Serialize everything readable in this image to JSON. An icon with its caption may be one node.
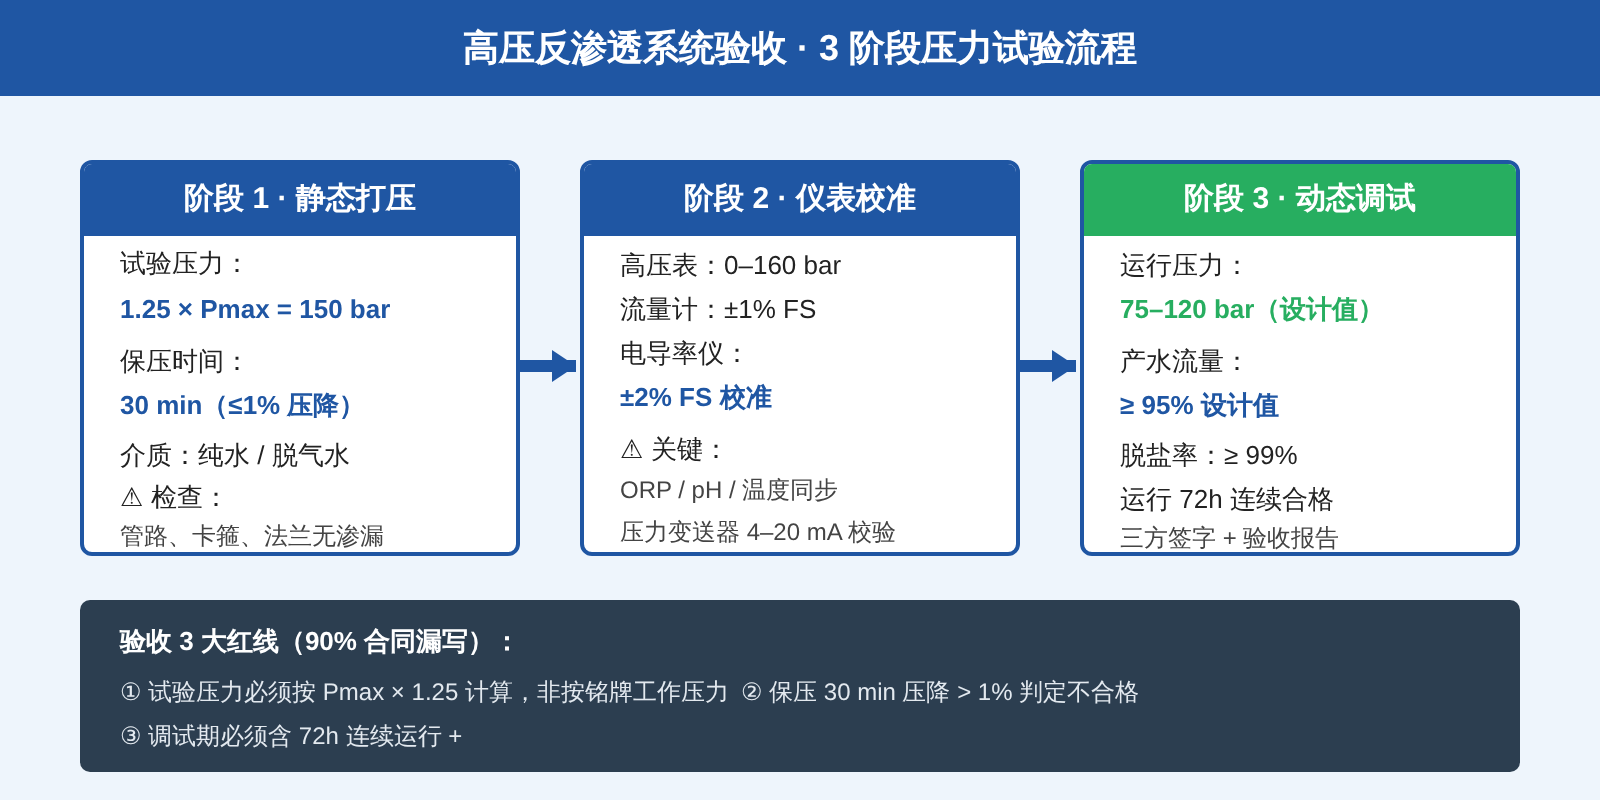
{
  "diagram": {
    "title": "高压反渗透系统验收 · 3 阶段压力试验流程",
    "nodes": [
      {
        "text": [
          "阶段 1 · 静态打压",
          "试验压力：",
          "1.25 × Pmax = 150 bar",
          "保压时间：",
          "30 min（≤1% 压降）",
          "介质：纯水 / 脱气水",
          "⚠ 检查：",
          "管路、卡箍、法兰无渗漏"
        ]
      },
      {
        "text": [
          "阶段 2 · 仪表校准",
          "高压表：0–160 bar",
          "流量计：±1% FS",
          "电导率仪：",
          "±2% FS 校准",
          "⚠ 关键：",
          "ORP / pH / 温度同步",
          "压力变送器 4–20 mA 校验"
        ]
      },
      {
        "text": [
          "阶段 3 · 动态调试",
          "运行压力：",
          "75–120 bar（设计值）",
          "产水流量：",
          "≥ 95% 设计值",
          "脱盐率：≥ 99%",
          "运行 72h 连续合格",
          "三方签字 + 验收报告"
        ]
      },
      {
        "text": [
          "验收 3 大红线（90% 合同漏写）：",
          "① 试验压力必须按 Pmax × 1.25 计算，非按铭牌工作压力",
          "② 保压 30 min 压降 > 1% 判定不合格",
          "③ 调试期必须含 72h 连续运行 +"
        ]
      }
    ],
    "edges": [
      {
        "from": 0,
        "to": 1,
        "arrow": "to"
      },
      {
        "from": 1,
        "to": 2,
        "arrow": "to"
      }
    ]
  }
}
